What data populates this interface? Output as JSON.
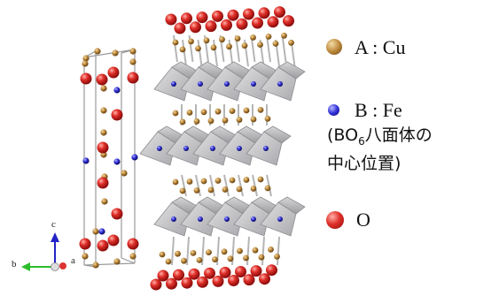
{
  "legend": {
    "a_label": "A : Cu",
    "b_label": "B : Fe",
    "b_note_prefix": "(BO",
    "b_note_sub": "6",
    "b_note_suffix": "八面体の",
    "b_note_line2": "中心位置)",
    "o_label": "O"
  },
  "axes": {
    "c": "c",
    "b": "b",
    "a": "a"
  },
  "colors": {
    "cu": "#b8863b",
    "fe": "#2d2bd6",
    "o": "#d9201e",
    "octahedron": "#c7c7c9",
    "bond": "#b5b5b5",
    "cell_line": "#9a9a9a"
  }
}
